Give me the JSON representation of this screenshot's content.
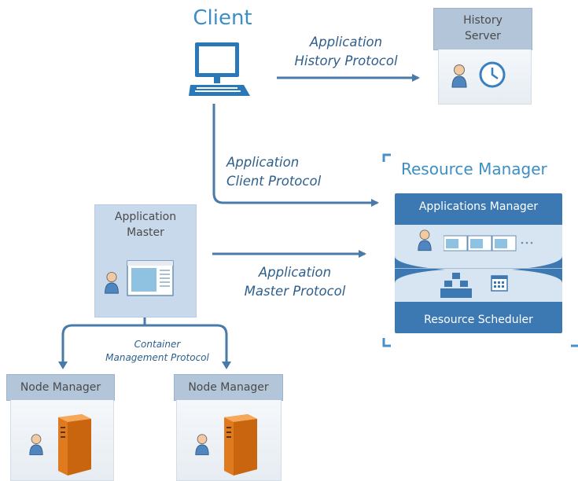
{
  "client": {
    "title": "Client"
  },
  "history_server": {
    "title": "History\nServer"
  },
  "protocols": {
    "application_history": "Application\nHistory Protocol",
    "application_client": "Application\nClient Protocol",
    "application_master": "Application\nMaster Protocol",
    "container_management": "Container\nManagement Protocol"
  },
  "resource_manager": {
    "title": "Resource Manager",
    "applications_manager": "Applications Manager",
    "resource_scheduler": "Resource Scheduler"
  },
  "application_master": {
    "title": "Application\nMaster"
  },
  "node_managers": [
    {
      "title": "Node Manager"
    },
    {
      "title": "Node Manager"
    }
  ],
  "colors": {
    "accent": "#3d8ec4",
    "arrow": "#4a7aa8",
    "panel": "#3c79b3"
  }
}
